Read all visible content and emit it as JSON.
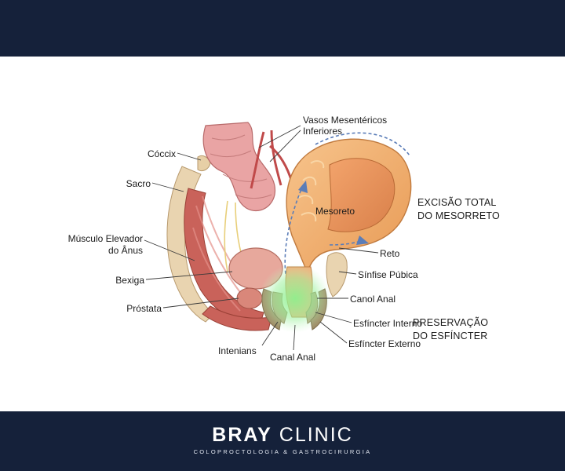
{
  "labels": {
    "vasos": "Vasos Mesentéricos",
    "vasos2": "Inferiores",
    "coccix": "Cóccix",
    "sacro": "Sacro",
    "musculo": "Músculo Elevador",
    "musculo2": "do Ânus",
    "bexiga": "Bexiga",
    "prostata": "Próstata",
    "mesoreto": "Mesoreto",
    "reto": "Reto",
    "sinfise": "Sínfise Púbica",
    "canol": "Canol Anal",
    "esfinter_interno": "Esfíncter Interno",
    "esfinter_externo": "Esfíncter Externo",
    "intenians": "Intenians",
    "canal": "Canal Anal"
  },
  "headings": {
    "excisao1": "EXCISÃO TOTAL",
    "excisao2": "DO MESORRETO",
    "preservacao1": "PRESERVAÇÃO",
    "preservacao2": "DO ESFÍNCTER"
  },
  "brand": {
    "name_bold": "BRAY",
    "name_light": "CLINIC",
    "tagline": "COLOPROCTOLOGIA & GASTROCIRURGIA"
  },
  "colors": {
    "band": "#15213a",
    "highlight": "#7be07b",
    "rectum": "#f3b070",
    "intestine": "#e9a4a4",
    "muscle": "#c9625a",
    "bone": "#e9d4b0"
  }
}
